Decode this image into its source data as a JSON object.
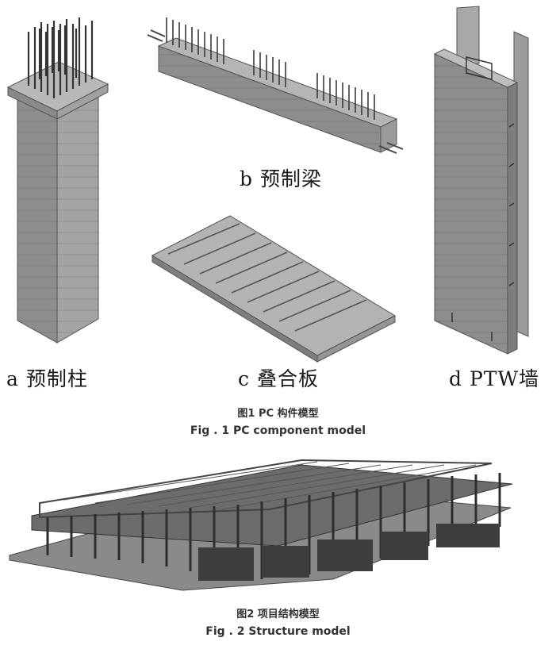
{
  "figure1": {
    "sublabels": {
      "a": "a 预制柱",
      "b": "b 预制梁",
      "c": "c 叠合板",
      "d": "d PTW墙"
    },
    "caption_zh": "图1 PC 构件模型",
    "caption_en": "Fig . 1 PC component model"
  },
  "figure2": {
    "caption_zh": "图2 项目结构模型",
    "caption_en": "Fig . 2 Structure model"
  }
}
